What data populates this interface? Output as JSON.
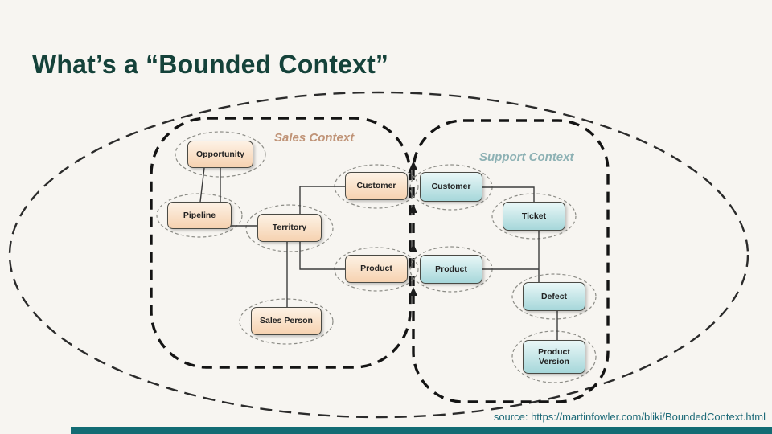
{
  "slide": {
    "title": "What’s a “Bounded Context”",
    "source_label": "source:",
    "source_url": "https://martinfowler.com/bliki/BoundedContext.html"
  },
  "diagram": {
    "contexts": [
      {
        "label": "Sales Context"
      },
      {
        "label": "Support Context"
      }
    ],
    "nodes": [
      {
        "label": "Opportunity",
        "context": "sales"
      },
      {
        "label": "Pipeline",
        "context": "sales"
      },
      {
        "label": "Territory",
        "context": "sales"
      },
      {
        "label": "Sales Person",
        "context": "sales"
      },
      {
        "label": "Customer",
        "context": "sales"
      },
      {
        "label": "Product",
        "context": "sales"
      },
      {
        "label": "Customer",
        "context": "support"
      },
      {
        "label": "Product",
        "context": "support"
      },
      {
        "label": "Ticket",
        "context": "support"
      },
      {
        "label": "Defect",
        "context": "support"
      },
      {
        "label": "Product Version",
        "context": "support"
      }
    ]
  },
  "colors": {
    "title": "#15423a",
    "footer_bar": "#136c74",
    "sales_label": "#c09478",
    "support_label": "#8db1b4",
    "sales_node_fill": "#f6d2b0",
    "support_node_fill": "#a6d7da",
    "source_link": "#1d6a78"
  }
}
